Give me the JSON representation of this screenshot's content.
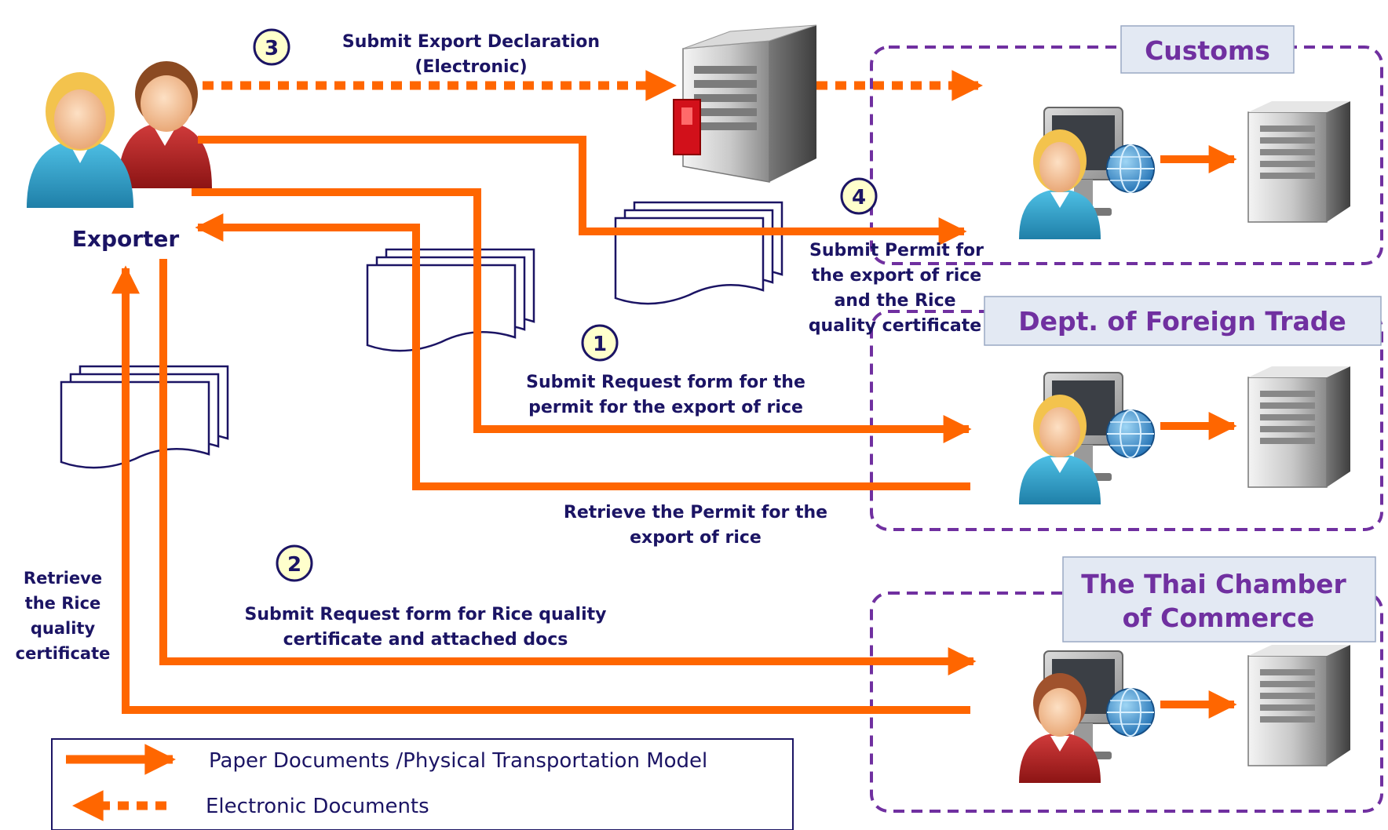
{
  "exporter": {
    "label": "Exporter"
  },
  "agencies": {
    "customs": "Customs",
    "dft": "Dept. of Foreign Trade",
    "tcc": [
      "The Thai Chamber",
      "of Commerce"
    ]
  },
  "steps": {
    "s1": {
      "num": "1",
      "text": [
        "Submit Request form for  the",
        "permit for the export of rice"
      ]
    },
    "s2": {
      "num": "2",
      "text": [
        "Submit Request form for Rice quality",
        "certificate  and attached docs"
      ]
    },
    "s3": {
      "num": "3",
      "text": [
        "Submit Export Declaration",
        "(Electronic)"
      ]
    },
    "s4": {
      "num": "4",
      "text": [
        "Submit Permit for",
        "the export of rice",
        "and the  Rice",
        "quality certificate"
      ]
    },
    "retrieve_permit": [
      "Retrieve the Permit for the",
      "export of rice"
    ],
    "retrieve_cert": [
      "Retrieve",
      "the Rice",
      "quality",
      "certificate"
    ]
  },
  "legend": {
    "paper": "Paper Documents /Physical Transportation Model",
    "electronic": "Electronic Documents"
  },
  "colors": {
    "arrow": "#ff6600",
    "agency_border": "#7030a0",
    "text": "#1b1464",
    "header_fill": "#e3e9f3"
  }
}
